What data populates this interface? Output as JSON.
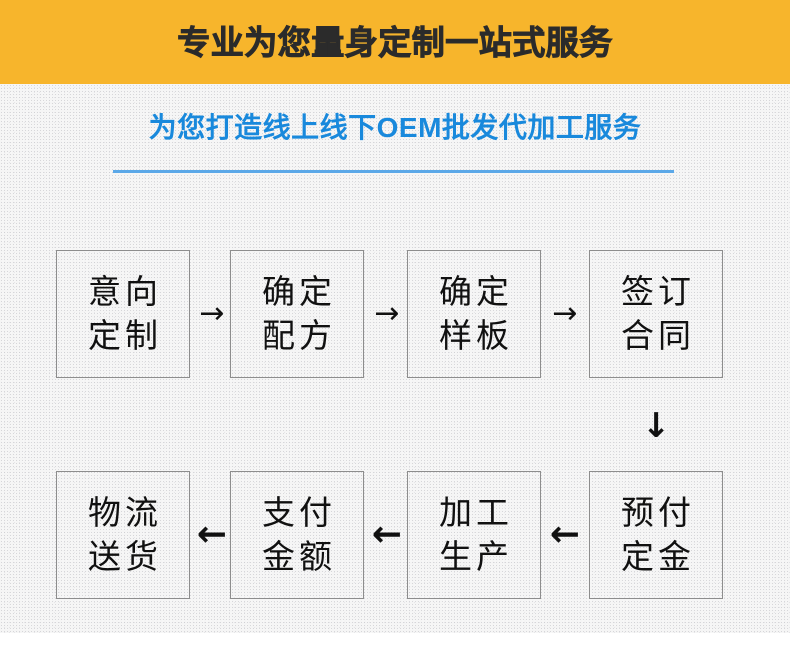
{
  "header": {
    "title": "专业为您量身定制一站式服务",
    "background_color": "#F7B52C",
    "text_color": "#2B2B2B"
  },
  "subtitle": {
    "text": "为您打造线上线下OEM批发代加工服务",
    "text_color": "#1989DC",
    "rule_color": "#5BA8E8"
  },
  "background": {
    "body_color": "#F5F5F5",
    "page_color": "#FFFFFF"
  },
  "flow": {
    "box_border_color": "#8D8D8D",
    "box_text_color": "#111111",
    "row1": [
      {
        "line1": "意向",
        "line2": "定制"
      },
      {
        "line1": "确定",
        "line2": "配方"
      },
      {
        "line1": "确定",
        "line2": "样板"
      },
      {
        "line1": "签订",
        "line2": "合同"
      }
    ],
    "row2": [
      {
        "line1": "物流",
        "line2": "送货"
      },
      {
        "line1": "支付",
        "line2": "金额"
      },
      {
        "line1": "加工",
        "line2": "生产"
      },
      {
        "line1": "预付",
        "line2": "定金"
      }
    ],
    "arrows": {
      "right": "→",
      "left": "←",
      "down": "↓"
    }
  }
}
